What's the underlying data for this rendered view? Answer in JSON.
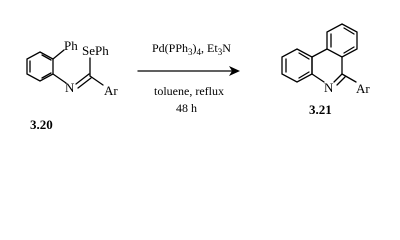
{
  "reactant": {
    "compound_id": "3.20",
    "labels": {
      "ph": "Ph",
      "seph": "SePh",
      "n": "N",
      "ar": "Ar"
    }
  },
  "arrow": {
    "reagents": "Pd(PPh",
    "reagents_sub": "3",
    "reagents_close": ")",
    "reagents_sub2": "4",
    "reagents_tail": ", Et",
    "reagents_sub3": "3",
    "reagents_end": "N",
    "solvent": "toluene, reflux",
    "time": "48 h"
  },
  "product": {
    "compound_id": "3.21",
    "labels": {
      "n": "N",
      "ar": "Ar"
    }
  }
}
